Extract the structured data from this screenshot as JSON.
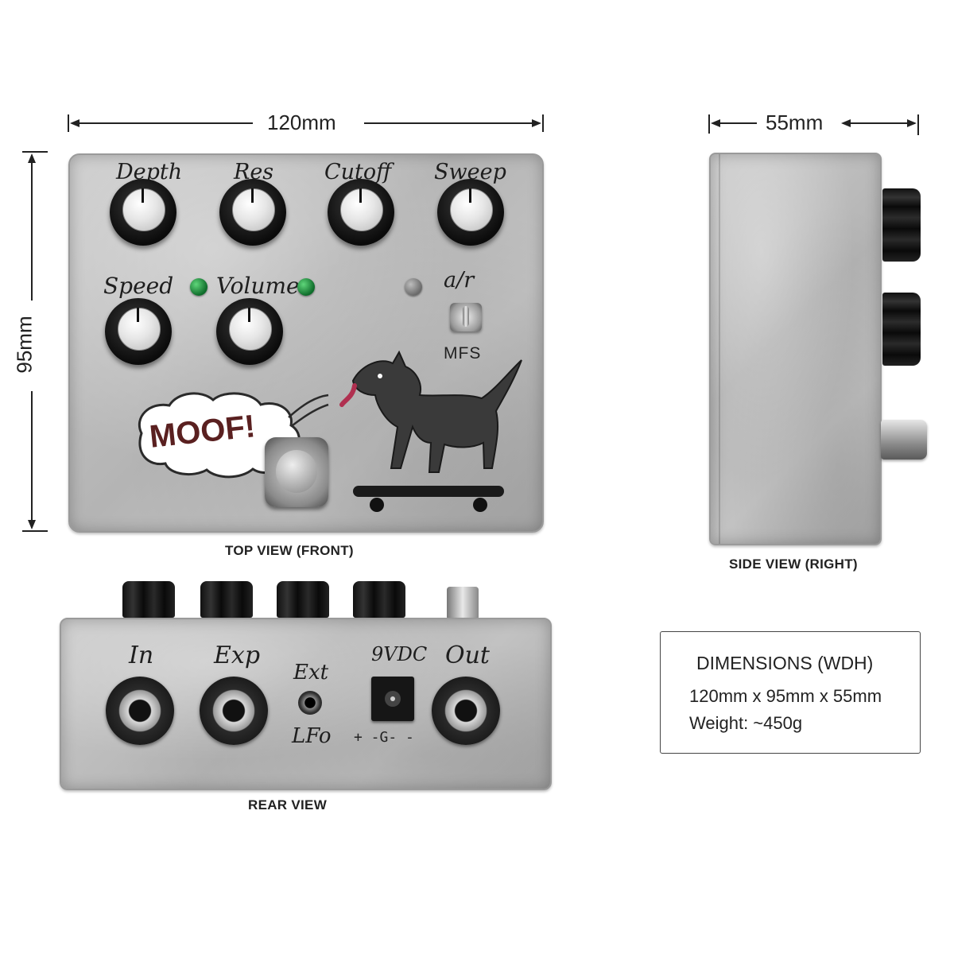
{
  "dimensions": {
    "width_label": "120mm",
    "height_label": "95mm",
    "depth_label": "55mm"
  },
  "top_view": {
    "caption": "TOP VIEW (FRONT)",
    "knob_labels": [
      "Depth",
      "Res",
      "Cutoff",
      "Sweep",
      "Speed",
      "Volume"
    ],
    "switch_top_label": "a/r",
    "switch_bottom_label": "MFS",
    "graphic_text": "MOOF!"
  },
  "side_view": {
    "caption": "SIDE VIEW (RIGHT)"
  },
  "rear_view": {
    "caption": "REAR VIEW",
    "in_label": "In",
    "exp_label": "Exp",
    "ext_label": "Ext",
    "lfo_label": "LFo",
    "power_label": "9VDC",
    "polarity_label": "+ -G- -",
    "out_label": "Out"
  },
  "spec_box": {
    "title": "DIMENSIONS (WDH)",
    "size": "120mm x 95mm x 55mm",
    "weight": "Weight: ~450g"
  },
  "colors": {
    "enclosure": "#bdbdbd",
    "led_on": "#1f8f3f",
    "led_off": "#8a8a8a",
    "moof_text": "#5a2020"
  }
}
